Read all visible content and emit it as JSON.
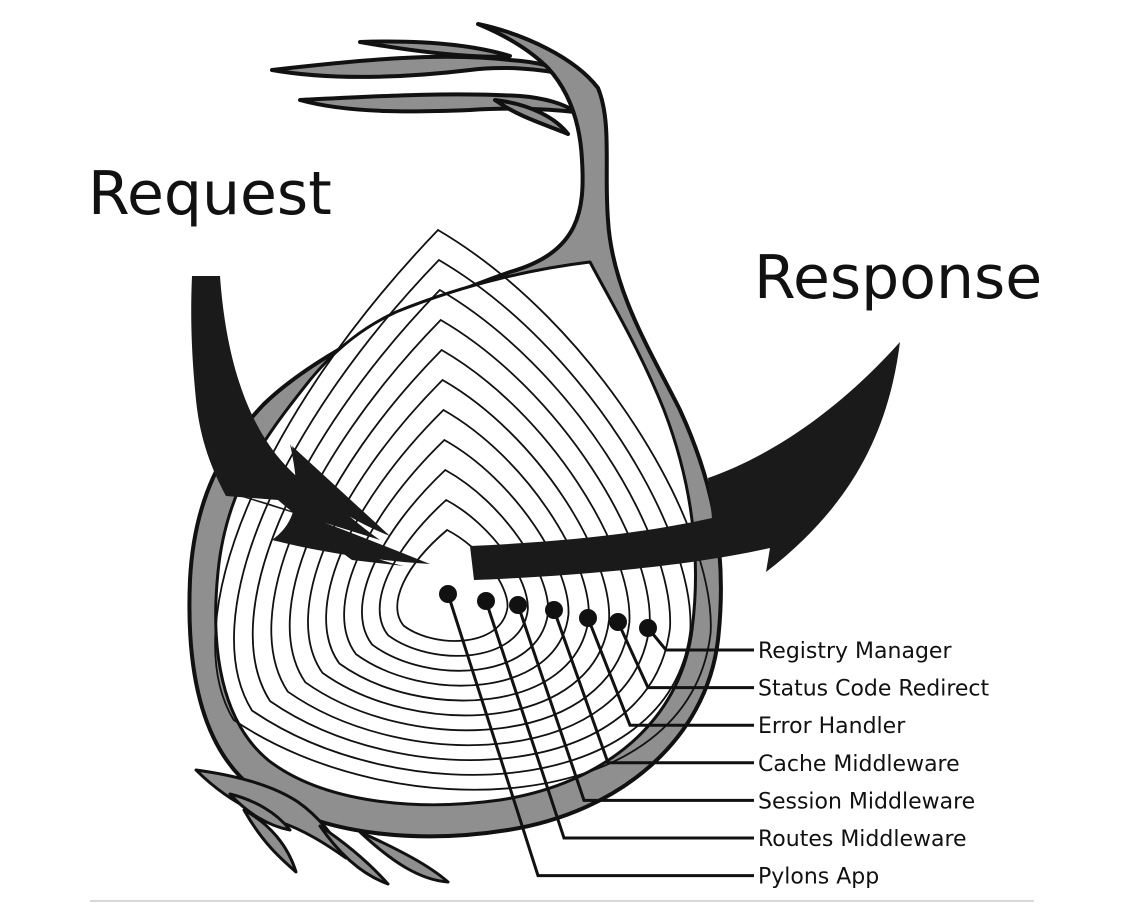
{
  "diagram": {
    "request_label": "Request",
    "response_label": "Response",
    "layers": [
      {
        "label": "Registry Manager"
      },
      {
        "label": "Status Code Redirect"
      },
      {
        "label": "Error Handler"
      },
      {
        "label": "Cache Middleware"
      },
      {
        "label": "Session Middleware"
      },
      {
        "label": "Routes Middleware"
      },
      {
        "label": "Pylons App"
      }
    ]
  },
  "colors": {
    "outline": "#111111",
    "skin": "#8f8f8f",
    "flesh": "#ffffff",
    "arrow": "#1a1a1a"
  }
}
